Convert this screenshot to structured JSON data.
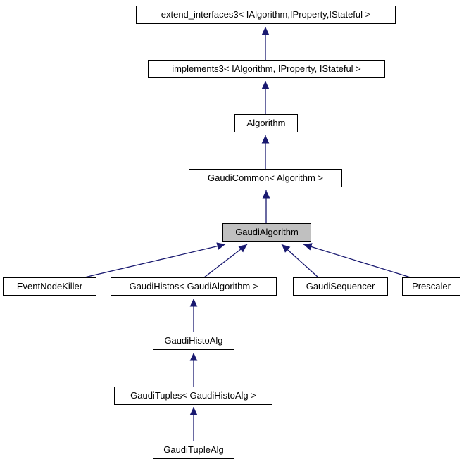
{
  "diagram": {
    "type": "class-inheritance-graph",
    "selected_node": "GaudiAlgorithm",
    "colors": {
      "background": "#ffffff",
      "edge": "#191970",
      "node_border": "#000000",
      "node_fill": "#ffffff",
      "selected_node_fill": "#c0c0c0",
      "text": "#000000"
    },
    "nodes": [
      {
        "label": "extend_interfaces3< IAlgorithm,IProperty,IStateful >"
      },
      {
        "label": "implements3< IAlgorithm, IProperty, IStateful >"
      },
      {
        "label": "Algorithm"
      },
      {
        "label": "GaudiCommon< Algorithm >"
      },
      {
        "label": "GaudiAlgorithm"
      },
      {
        "label": "EventNodeKiller"
      },
      {
        "label": "GaudiHistos< GaudiAlgorithm >"
      },
      {
        "label": "GaudiSequencer"
      },
      {
        "label": "Prescaler"
      },
      {
        "label": "GaudiHistoAlg"
      },
      {
        "label": "GaudiTuples< GaudiHistoAlg >"
      },
      {
        "label": "GaudiTupleAlg"
      }
    ],
    "edges": [
      {
        "from": "implements3< IAlgorithm, IProperty, IStateful >",
        "to": "extend_interfaces3< IAlgorithm,IProperty,IStateful >"
      },
      {
        "from": "Algorithm",
        "to": "implements3< IAlgorithm, IProperty, IStateful >"
      },
      {
        "from": "GaudiCommon< Algorithm >",
        "to": "Algorithm"
      },
      {
        "from": "GaudiAlgorithm",
        "to": "GaudiCommon< Algorithm >"
      },
      {
        "from": "EventNodeKiller",
        "to": "GaudiAlgorithm"
      },
      {
        "from": "GaudiHistos< GaudiAlgorithm >",
        "to": "GaudiAlgorithm"
      },
      {
        "from": "GaudiSequencer",
        "to": "GaudiAlgorithm"
      },
      {
        "from": "Prescaler",
        "to": "GaudiAlgorithm"
      },
      {
        "from": "GaudiHistoAlg",
        "to": "GaudiHistos< GaudiAlgorithm >"
      },
      {
        "from": "GaudiTuples< GaudiHistoAlg >",
        "to": "GaudiHistoAlg"
      },
      {
        "from": "GaudiTupleAlg",
        "to": "GaudiTuples< GaudiHistoAlg >"
      }
    ]
  }
}
